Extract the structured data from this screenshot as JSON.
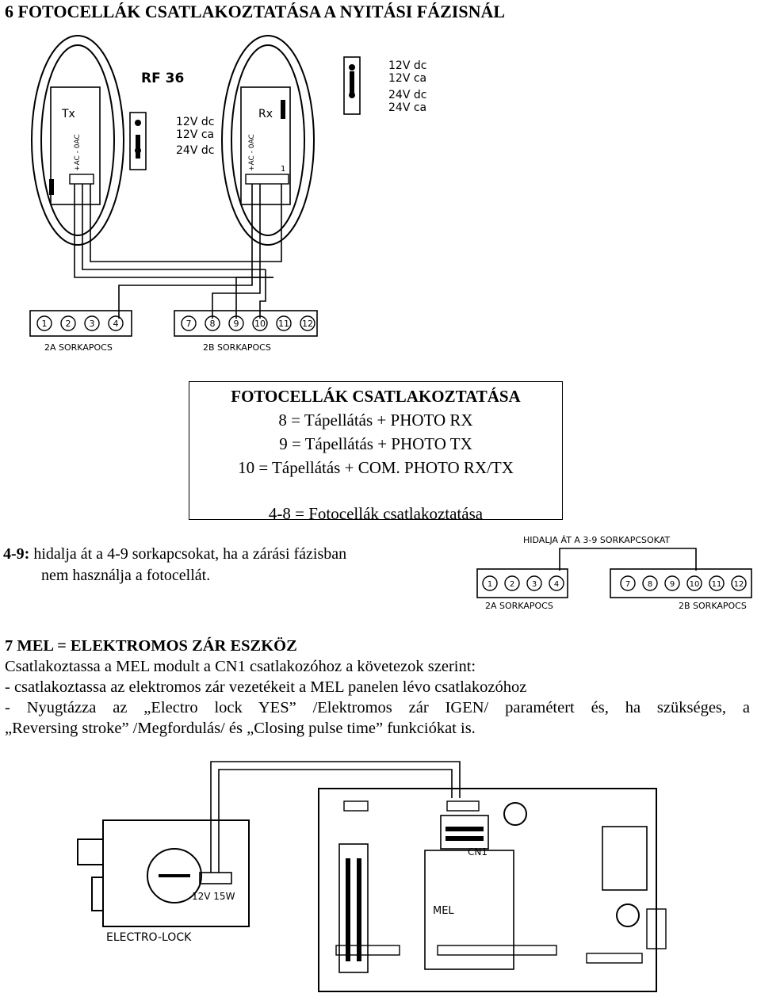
{
  "heading": "6 FOTOCELLÁK CSATLAKOZTATÁSA A NYITÁSI FÁZISNÁL",
  "diagram1": {
    "model": "RF 36",
    "tx_label": "Tx",
    "rx_label": "Rx",
    "tx_volt_1": "12V dc",
    "tx_volt_2": "12V ca",
    "tx_volt_3": "24V dc",
    "rx_volt_1": "12V dc",
    "rx_volt_2": "12V ca",
    "rx_volt_3": "24V dc",
    "rx_volt_4": "24V ca",
    "tx_terms": "+AC - 0AC",
    "rx_terms": "+AC - 0AC",
    "rx_nc": "1",
    "strip_a": "2A SORKAPOCS",
    "strip_b": "2B SORKAPOCS",
    "terminals_a": [
      "1",
      "2",
      "3",
      "4"
    ],
    "terminals_b": [
      "7",
      "8",
      "9",
      "10",
      "11",
      "12"
    ]
  },
  "infobox": {
    "title": "FOTOCELLÁK CSATLAKOZTATÁSA",
    "line1": "8 = Tápellátás + PHOTO RX",
    "line2": "9 = Tápellátás + PHOTO TX",
    "line3": "10 = Tápellátás + COM. PHOTO RX/TX",
    "line4": "4-8 = Fotocellák csatlakoztatása"
  },
  "bridge": {
    "label": "4-9:",
    "text1": "hidalja át a 4-9 sorkapcsokat, ha a zárási fázisban",
    "text2": "nem használja a fotocellát.",
    "diagram_title": "HIDALJA ÁT A 3-9 SORKAPCSOKAT",
    "strip_a": "2A SORKAPOCS",
    "strip_b": "2B SORKAPOCS",
    "terminals_a": [
      "1",
      "2",
      "3",
      "4"
    ],
    "terminals_b": [
      "7",
      "8",
      "9",
      "10",
      "11",
      "12"
    ]
  },
  "section7": {
    "title": "7 MEL = ELEKTROMOS ZÁR ESZKÖZ",
    "line1": "Csatlakoztassa a MEL modult a CN1 csatlakozóhoz a követezok szerint:",
    "line2": "- csatlakoztassa az elektromos zár vezetékeit a MEL panelen lévo csatlakozóhoz",
    "line3": "- Nyugtázza az „Electro lock YES” /Elektromos zár IGEN/ paramétert és, ha szükséges, a",
    "line4": "„Reversing stroke” /Megfordulás/ és „Closing pulse time” funkciókat is."
  },
  "diagram2": {
    "lock_label": "ELECTRO-LOCK",
    "lock_specs": "12V 15W",
    "cn1_label": "CN1",
    "mel_label": "MEL"
  }
}
